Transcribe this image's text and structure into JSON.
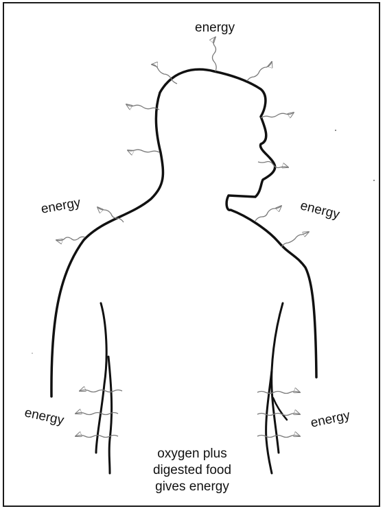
{
  "labels": {
    "top": "energy",
    "left_shoulder": "energy",
    "right_shoulder": "energy",
    "left_arm": "energy",
    "right_arm": "energy"
  },
  "caption": {
    "line1": "oxygen plus",
    "line2": "digested food",
    "line3": "gives energy"
  },
  "colors": {
    "outline": "#111111",
    "arrow": "#7a7a7a"
  }
}
